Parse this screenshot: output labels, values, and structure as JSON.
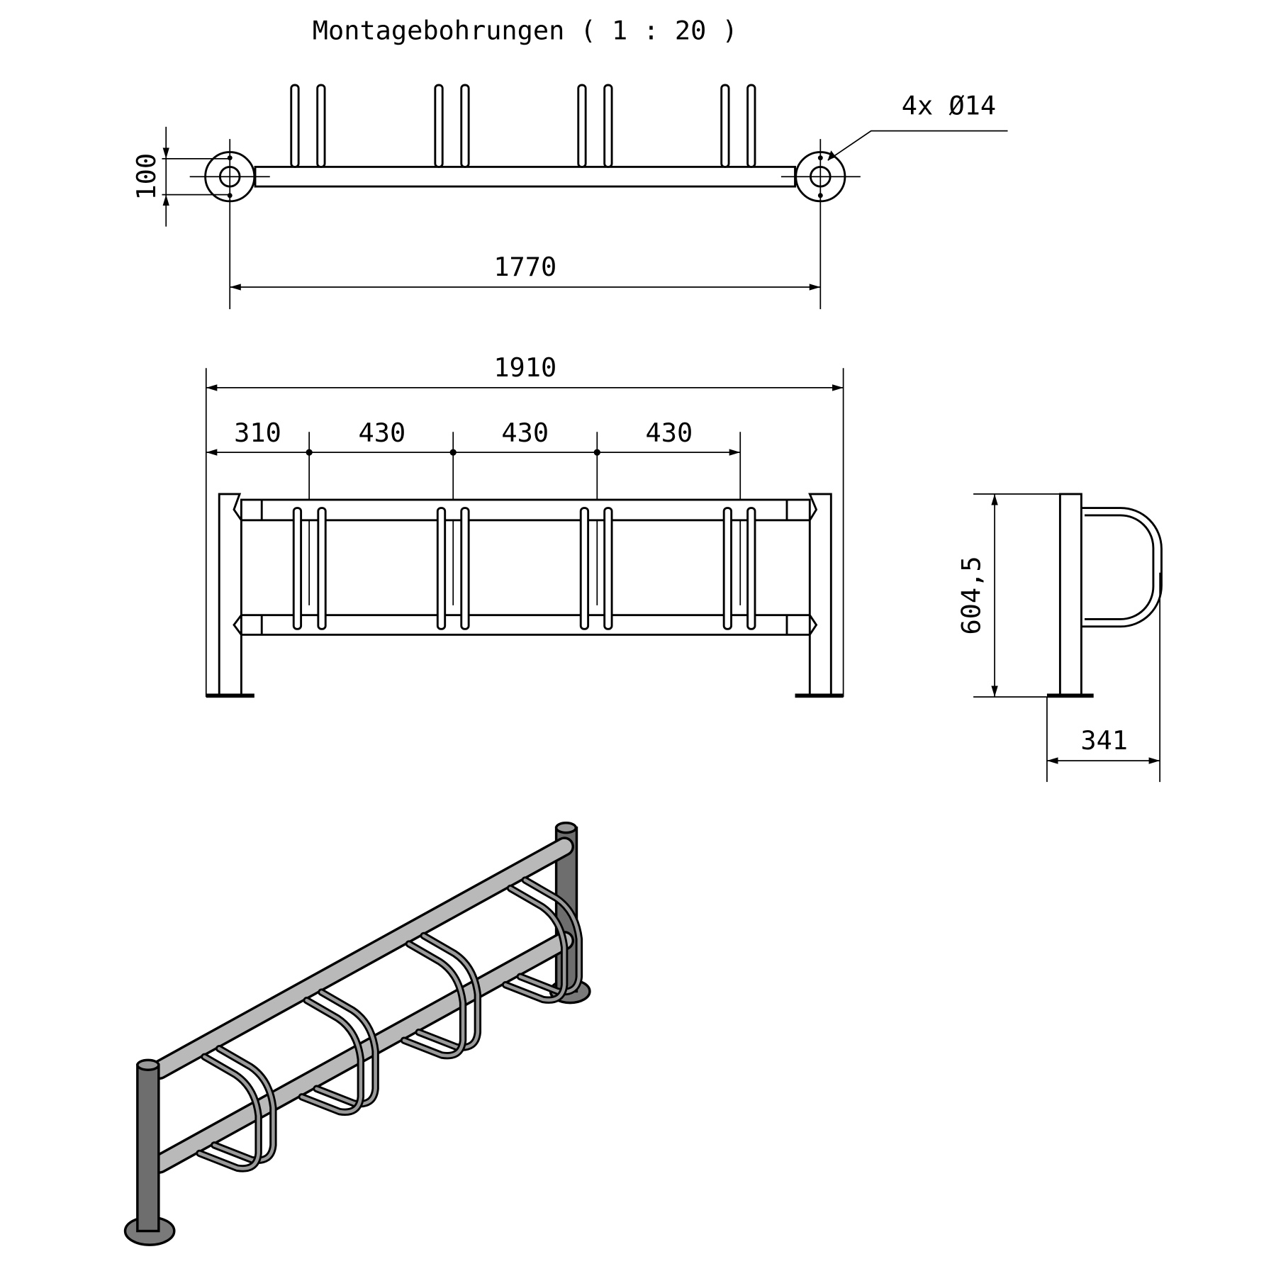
{
  "title": "Montagebohrungen ( 1 : 20 )",
  "top_view": {
    "hole_callout": "4x Ø14",
    "dim_flange": "100",
    "dim_hole_spacing": "1770"
  },
  "front_view": {
    "dim_overall": "1910",
    "dim_chain": [
      "310",
      "430",
      "430",
      "430"
    ]
  },
  "side_view": {
    "dim_height": "604,5",
    "dim_depth": "341"
  },
  "colors": {
    "line": "#000000",
    "tube_fill": "#b9b9b9",
    "post_fill": "#6e6e6e"
  }
}
